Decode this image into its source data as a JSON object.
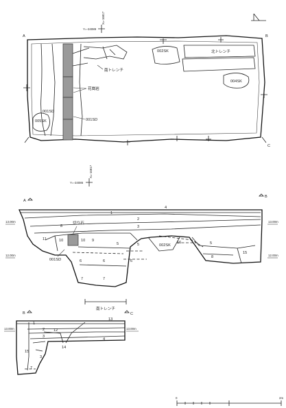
{
  "plan": {
    "coord_top": "Y=-24089",
    "coord_top_x": "X=-16817",
    "corner_a": "A",
    "corner_b": "B",
    "corner_c": "C",
    "features": {
      "pit_002sk": "002SK",
      "pit_004sk": "004SK",
      "pit_005sk": "005SK",
      "ditch_001sd_left": "001SD",
      "ditch_001sd_right": "001SD",
      "north_trench": "北トレンチ",
      "south_trench": "南トレンチ",
      "granite": "花崗岩"
    }
  },
  "section_ab": {
    "coord": "Y=-24086",
    "coord_x": "X=-16817",
    "label_a": "A",
    "label_b": "B",
    "level_left": "13.00m",
    "level_right": "13.00m",
    "level_left_low": "12.00m",
    "level_right_low": "12.00m",
    "cut_stone": "切り石",
    "feature_001sd": "001SD",
    "feature_002sk": "002SK",
    "layers": [
      "1",
      "2",
      "3",
      "4",
      "5",
      "5",
      "5",
      "6",
      "6",
      "6",
      "7",
      "7",
      "8",
      "8",
      "9",
      "10",
      "10",
      "11",
      "15",
      "16"
    ]
  },
  "section_bc": {
    "south_trench": "南トレンチ",
    "label_b": "B",
    "label_c": "C",
    "level_left": "13.00m",
    "level_right": "13.00m",
    "layers": [
      "1",
      "2",
      "3",
      "4",
      "12",
      "13",
      "14",
      "15",
      "3",
      "7"
    ]
  },
  "scale": {
    "max_label": "2m"
  }
}
